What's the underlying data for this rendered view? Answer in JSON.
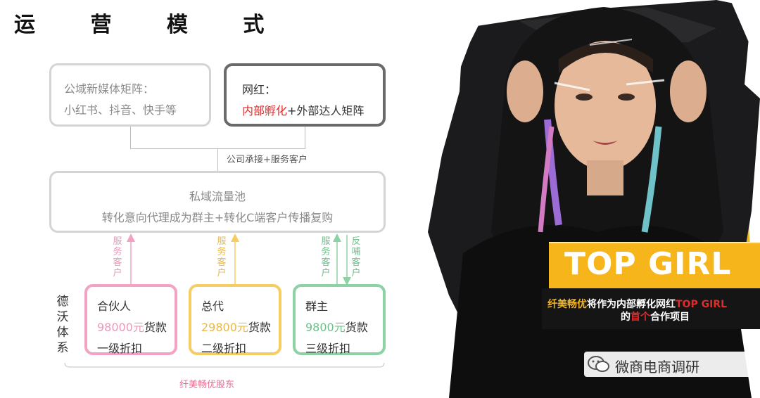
{
  "title": "运 营 模 式",
  "public_domain": {
    "line1": "公域新媒体矩阵：",
    "line2": "小红书、抖音、快手等"
  },
  "influencer": {
    "line1": "网红：",
    "line2_red": "内部孵化",
    "line2_rest": "+外部达人矩阵"
  },
  "connector_label": "公司承接+服务客户",
  "private_pool": {
    "line1": "私域流量池",
    "line2": "转化意向代理成为群主+转化C端客户传播复购"
  },
  "service_label": "服务客户",
  "feedback_label": "反哺客户",
  "system_label": "德沃体系",
  "tiers": [
    {
      "name": "合伙人",
      "price": "98000元",
      "price_suffix": "货款",
      "discount": "一级折扣"
    },
    {
      "name": "总代",
      "price": "29800元",
      "price_suffix": "货款",
      "discount": "二级折扣"
    },
    {
      "name": "群主",
      "price": "9800元",
      "price_suffix": "货款",
      "discount": "三级折扣"
    }
  ],
  "bottom_label": "纤美畅优股东",
  "poster": {
    "headline": "TOP GIRL",
    "caption_part1": "纤美畅优",
    "caption_part2": "将作为内部孵化网红",
    "caption_part3": "TOP GIRL",
    "caption_part4": "的",
    "caption_part5": "首个",
    "caption_part6": "合作项目",
    "watermark": "微商电商调研"
  },
  "colors": {
    "pink": "#f2a3c4",
    "yellow": "#f5cd60",
    "green": "#8dd2a4",
    "red": "#e02b2b",
    "banner": "#f5b51b"
  }
}
